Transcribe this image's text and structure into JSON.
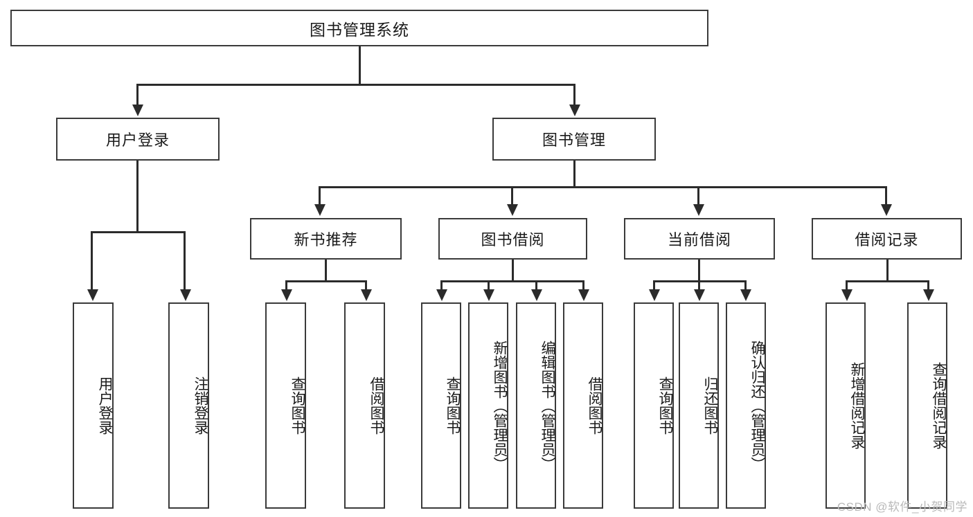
{
  "diagram": {
    "title": "图书管理系统",
    "root": {
      "label": "图书管理系统"
    },
    "level1": [
      {
        "label": "用户登录"
      },
      {
        "label": "图书管理"
      }
    ],
    "level2": [
      {
        "label": "新书推荐"
      },
      {
        "label": "图书借阅"
      },
      {
        "label": "当前借阅"
      },
      {
        "label": "借阅记录"
      }
    ],
    "leaves": {
      "user_login": [
        {
          "label": "用户登录"
        },
        {
          "label": "注销登录"
        }
      ],
      "new_book": [
        {
          "label": "查询图书"
        },
        {
          "label": "借阅图书"
        }
      ],
      "borrow_book": [
        {
          "label": "查询图书"
        },
        {
          "label": "新增图书（管理员）"
        },
        {
          "label": "编辑图书（管理员）"
        },
        {
          "label": "借阅图书"
        }
      ],
      "current_borrow": [
        {
          "label": "查询图书"
        },
        {
          "label": "归还图书"
        },
        {
          "label": "确认归还（管理员）"
        }
      ],
      "borrow_record": [
        {
          "label": "新增借阅记录"
        },
        {
          "label": "查询借阅记录"
        }
      ]
    }
  },
  "watermark": {
    "text": "CSDN @软件_小贺同学"
  },
  "colors": {
    "box_border": "#3a3a3a",
    "connector": "#2b2b2b",
    "text": "#1a1a1a",
    "background": "#ffffff",
    "watermark": "#b9b9b9"
  }
}
